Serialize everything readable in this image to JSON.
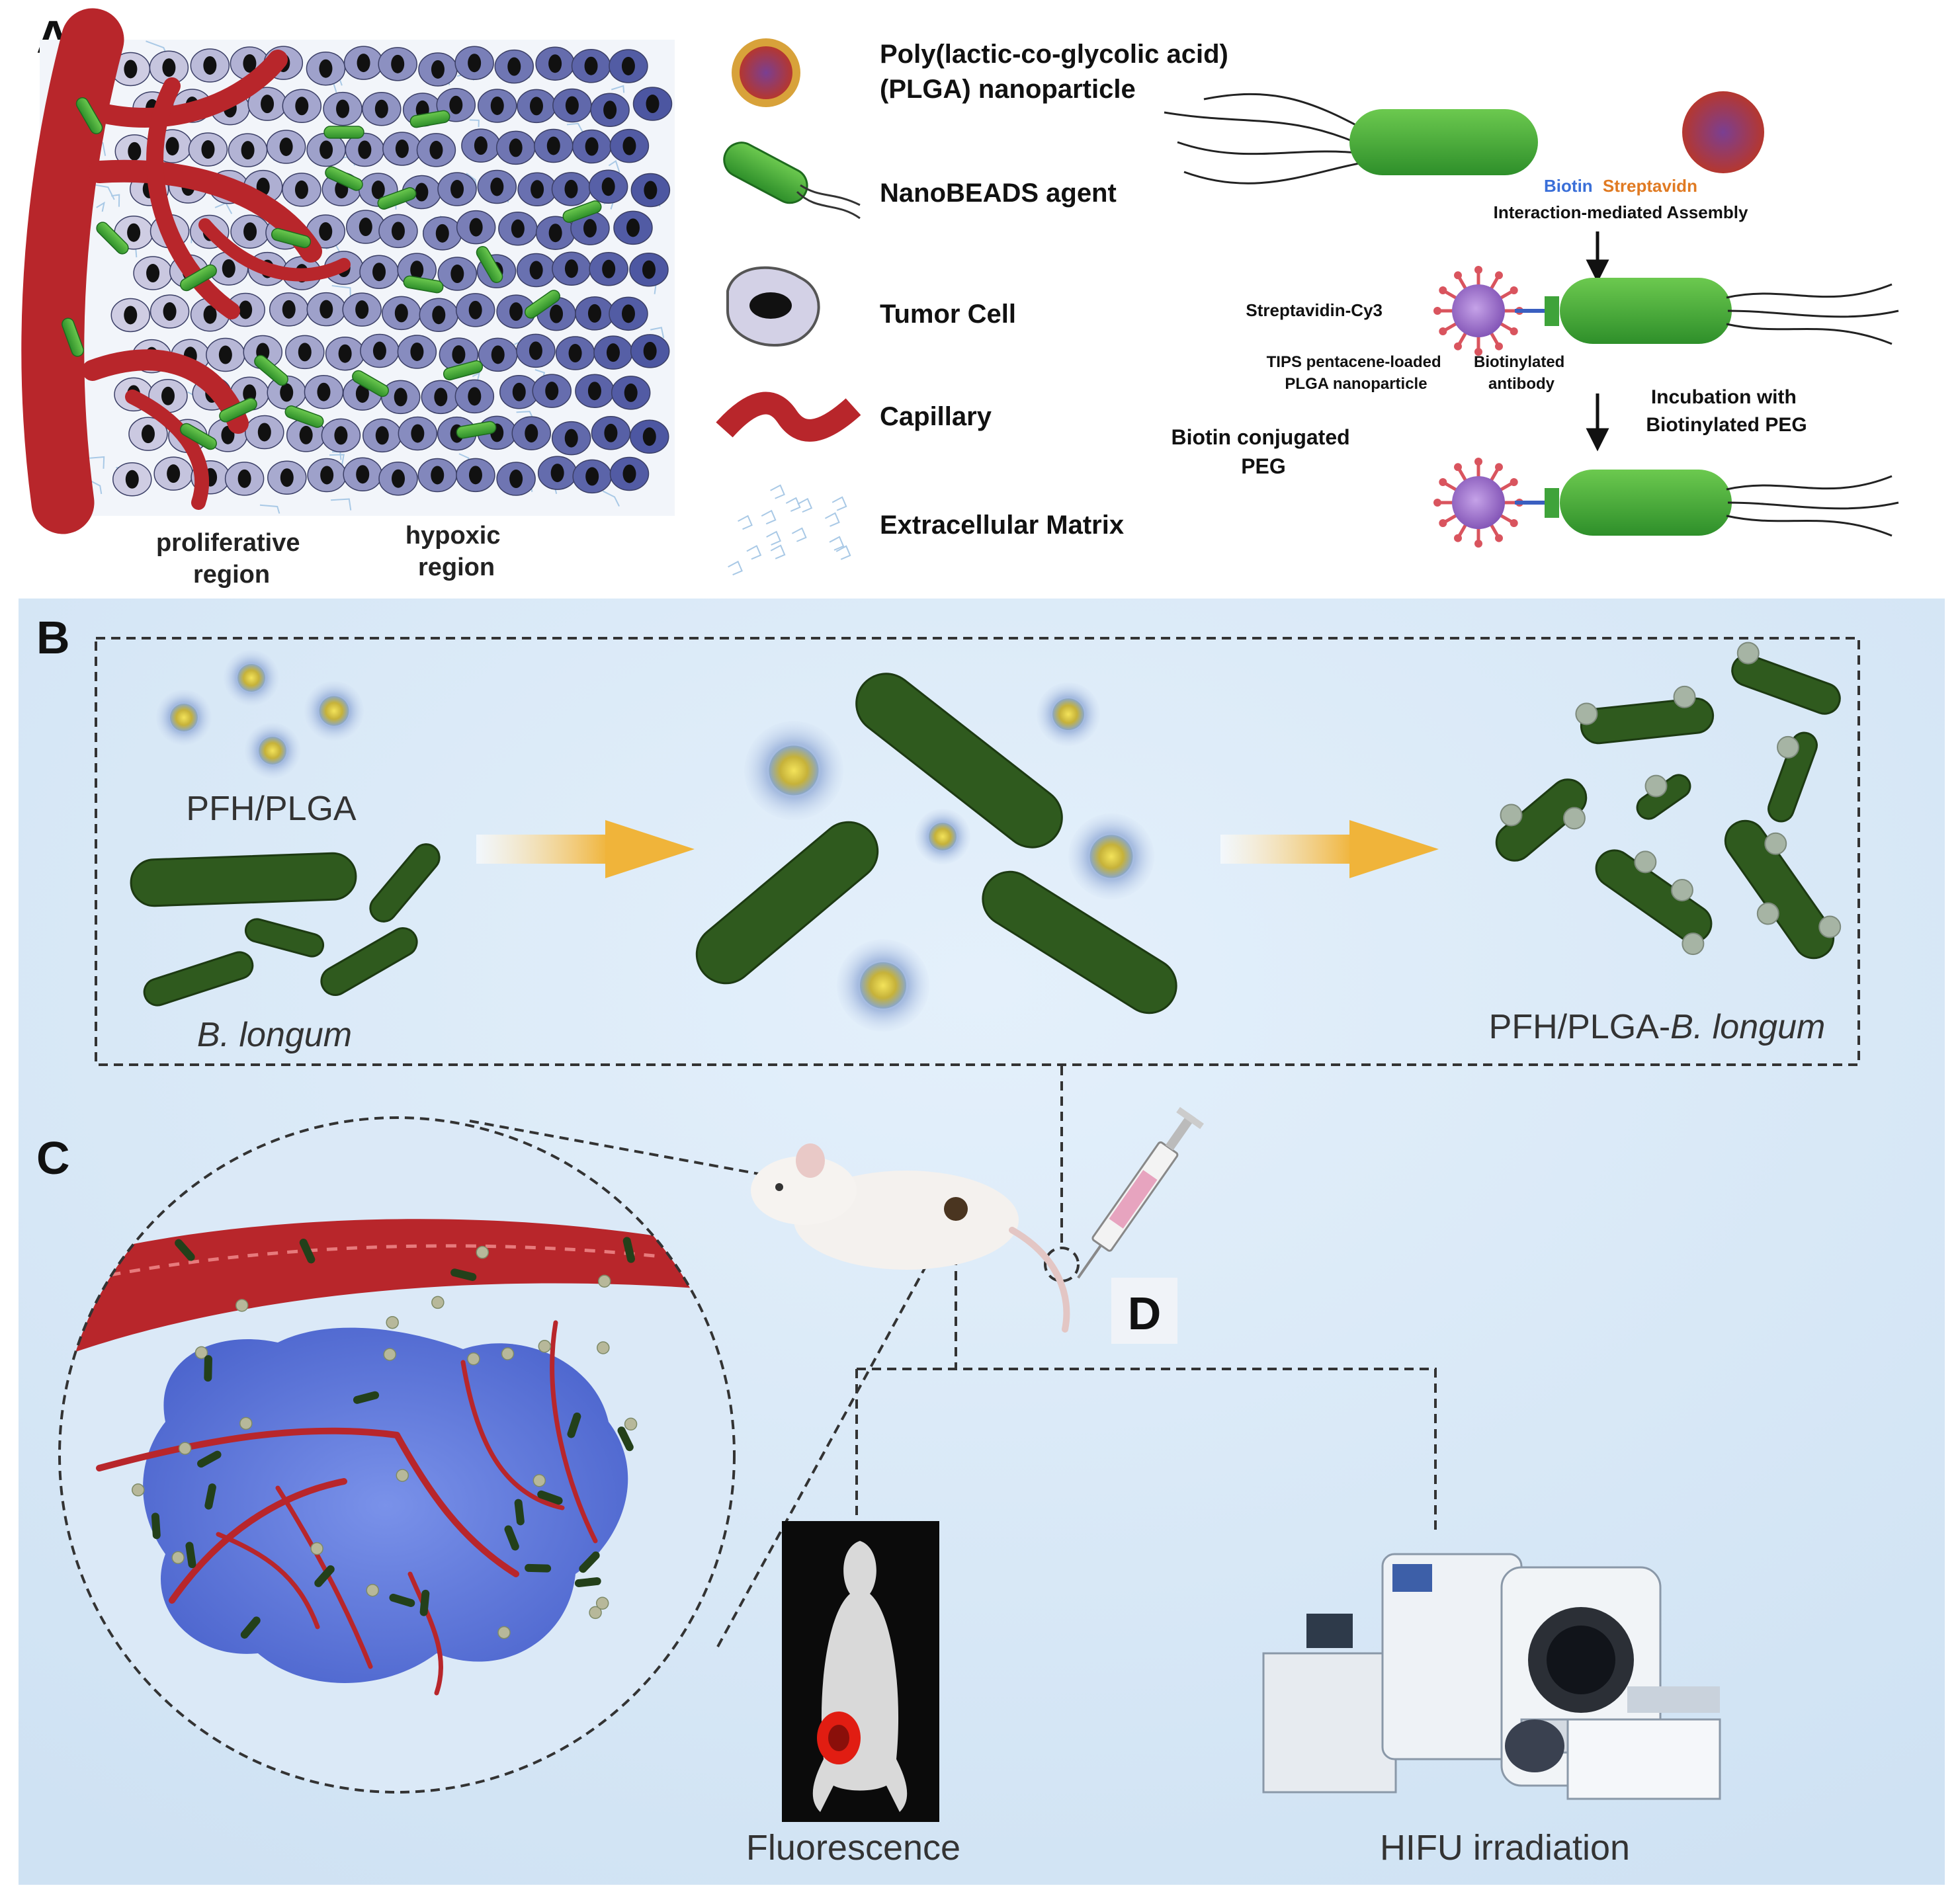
{
  "panels": {
    "a": {
      "label": "A",
      "regions": {
        "proliferative": [
          "proliferative",
          "region"
        ],
        "hypoxic": [
          "hypoxic",
          "region"
        ]
      },
      "legend": {
        "plga": [
          "Poly(lactic-co-glycolic acid)",
          "(PLGA) nanoparticle"
        ],
        "nanobeads": "NanoBEADS agent",
        "tumor_cell": "Tumor Cell",
        "capillary": "Capillary",
        "ecm": "Extracellular Matrix"
      },
      "assembly": {
        "biotin": "Biotin",
        "streptavidin": "Streptavidn",
        "interaction": "Interaction-mediated Assembly",
        "streptavidin_cy3": "Streptavidin-Cy3",
        "tips_np": [
          "TIPS pentacene-loaded",
          "PLGA nanoparticle"
        ],
        "biotinylated_antibody": [
          "Biotinylated",
          "antibody"
        ],
        "incubation": [
          "Incubation with",
          "Biotinylated PEG"
        ],
        "biotin_peg": [
          "Biotin conjugated",
          "PEG"
        ]
      }
    },
    "b": {
      "label": "B",
      "pfh_plga": "PFH/PLGA",
      "b_longum": "B. longum",
      "product_prefix": "PFH/PLGA-",
      "product_italic": "B. longum"
    },
    "c": {
      "label": "C"
    },
    "d": {
      "label": "D",
      "fluorescence": "Fluorescence",
      "hifu": "HIFU irradiation"
    }
  },
  "colors": {
    "bacterium_green": "#3fa33a",
    "bacterium_dark": "#2f5a1e",
    "capillary_red": "#b8262b",
    "tumor_blue": "#5561a8",
    "cell_light": "#cfcde3",
    "panel_bg": "#d7e8f6",
    "biotin_blue": "#3a6fd8",
    "streptavidin_orange": "#e07a22"
  },
  "icons": {
    "nanoparticle": "plga-nanoparticle-icon",
    "bacterium": "nanobeads-agent-icon",
    "tumor_cell": "tumor-cell-icon",
    "capillary": "capillary-icon",
    "ecm": "extracellular-matrix-icon",
    "mouse": "mouse-icon",
    "syringe": "syringe-icon",
    "hifu": "hifu-machine-icon"
  }
}
